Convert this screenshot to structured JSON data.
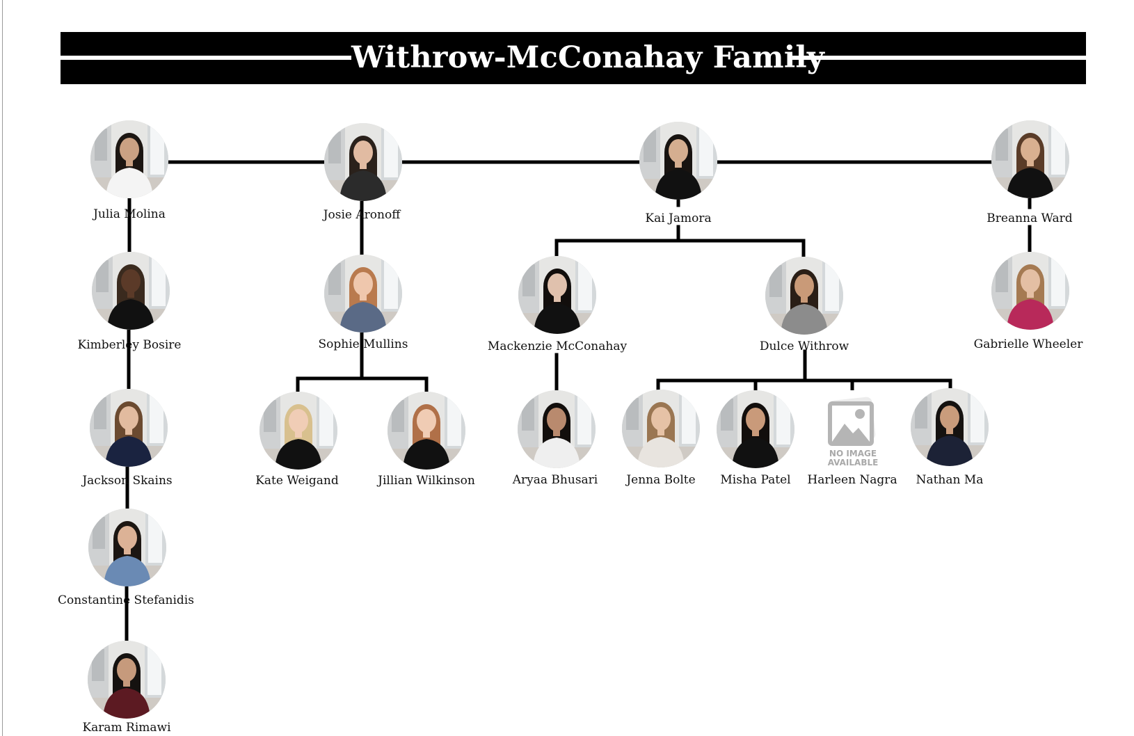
{
  "title": "Withrow-McConahay Family",
  "colors": {
    "line": "#000000",
    "title_bar": "#000000",
    "title_text": "#ffffff",
    "placeholder": "#b5b5b5"
  },
  "people": {
    "julia_molina": {
      "name": "Julia Molina",
      "shirt": "#f4f4f4",
      "hair": "#1c1612",
      "skin": "#caa183"
    },
    "josie_aronoff": {
      "name": "Josie Aronoff",
      "shirt": "#2b2b2b",
      "hair": "#2a211b",
      "skin": "#e1bba2"
    },
    "kai_jamora": {
      "name": "Kai Jamora",
      "shirt": "#111111",
      "hair": "#181310",
      "skin": "#d5ae90"
    },
    "breanna_ward": {
      "name": "Breanna Ward",
      "shirt": "#111111",
      "hair": "#5a3c28",
      "skin": "#d9b090"
    },
    "kimberley_bosire": {
      "name": "Kimberley Bosire",
      "shirt": "#111111",
      "hair": "#3a2a1e",
      "skin": "#5b3a28"
    },
    "sophie_mullins": {
      "name": "Sophie Mullins",
      "shirt": "#5a6a86",
      "hair": "#b97a4e",
      "skin": "#efc7ad"
    },
    "mackenzie_mcconahay": {
      "name": "Mackenzie McConahay",
      "shirt": "#111111",
      "hair": "#120e0c",
      "skin": "#e0c1ad"
    },
    "dulce_withrow": {
      "name": "Dulce Withrow",
      "shirt": "#8c8c8c",
      "hair": "#2a1e16",
      "skin": "#c99a78"
    },
    "gabrielle_wheeler": {
      "name": "Gabrielle Wheeler",
      "shirt": "#b8295a",
      "hair": "#a57a52",
      "skin": "#e4bfa4"
    },
    "jackson_skains": {
      "name": "Jackson Skains",
      "shirt": "#1a2340",
      "hair": "#6b4a30",
      "skin": "#e2bb9f"
    },
    "kate_weigand": {
      "name": "Kate Weigand",
      "shirt": "#111111",
      "hair": "#d8c08e",
      "skin": "#f0cdb6"
    },
    "jillian_wilkinson": {
      "name": "Jillian Wilkinson",
      "shirt": "#111111",
      "hair": "#b07048",
      "skin": "#f0ccb4"
    },
    "aryaa_bhusari": {
      "name": "Aryaa Bhusari",
      "shirt": "#efefef",
      "hair": "#120e0c",
      "skin": "#b98a6e"
    },
    "jenna_bolte": {
      "name": "Jenna Bolte",
      "shirt": "#e8e4df",
      "hair": "#9a7652",
      "skin": "#e6c2a6"
    },
    "misha_patel": {
      "name": "Misha Patel",
      "shirt": "#111111",
      "hair": "#120e0c",
      "skin": "#c99a7a"
    },
    "harleen_nagra": {
      "name": "Harleen Nagra",
      "placeholder_line1": "NO IMAGE",
      "placeholder_line2": "AVAILABLE"
    },
    "nathan_ma": {
      "name": "Nathan Ma",
      "shirt": "#1c2236",
      "hair": "#151210",
      "skin": "#c99c7c"
    },
    "constantine_stefanidis": {
      "name": "Constantine Stefanidis",
      "shirt": "#6a8ab4",
      "hair": "#1c1612",
      "skin": "#dcb296"
    },
    "karam_rimawi": {
      "name": "Karam Rimawi",
      "shirt": "#5c1a22",
      "hair": "#151210",
      "skin": "#c69a7c"
    }
  }
}
